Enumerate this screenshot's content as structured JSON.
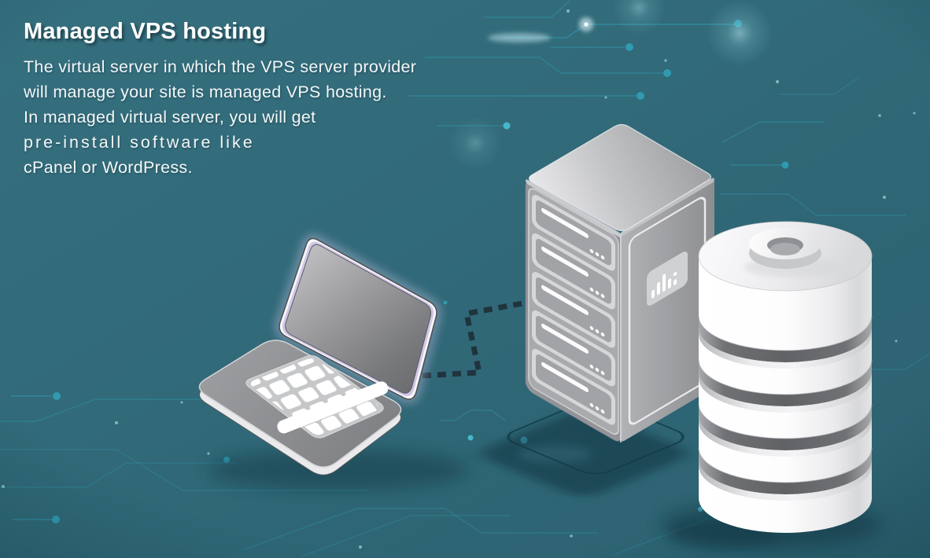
{
  "header": {
    "title": "Managed VPS hosting",
    "description_lines": [
      "The virtual server in which the VPS server provider",
      "will manage your site is managed VPS hosting.",
      "In managed virtual server, you will get",
      "pre-install software like",
      "cPanel or WordPress."
    ]
  },
  "illustration": {
    "laptop_icon": "laptop",
    "server_icon": "server-rack",
    "database_icon": "database-stack",
    "connector_icon": "dashed-connection-line"
  },
  "colors": {
    "background_top": "#35707f",
    "background_bottom": "#2c6170",
    "circuit": "#2f9ab0",
    "circuit_bright": "#46b8cc",
    "connector": "#20303a",
    "text": "#f3f7f8"
  }
}
